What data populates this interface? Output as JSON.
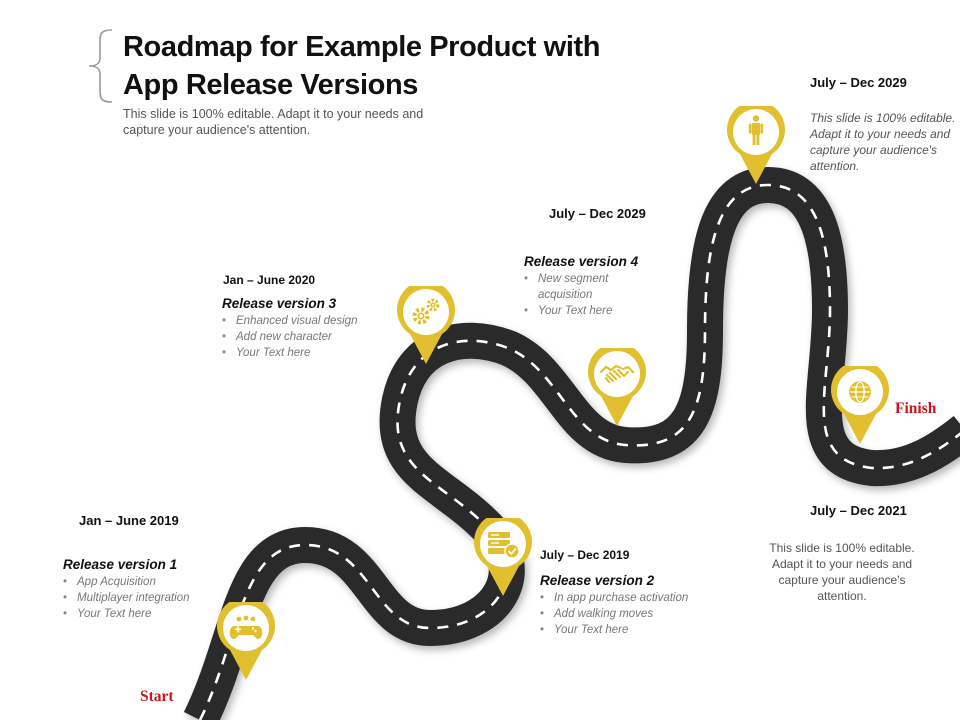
{
  "title": "Roadmap for Example Product with App Release Versions",
  "subtitle": "This slide is 100% editable. Adapt it to your needs and capture your audience's  attention.",
  "colors": {
    "road": "#2b2b2b",
    "pin": "#e1bf2f",
    "accent_red": "#c8161d"
  },
  "labels": {
    "start": "Start",
    "finish": "Finish"
  },
  "milestones": [
    {
      "date": "Jan – June 2019",
      "title": "Release version 1",
      "icon": "gamepad-icon",
      "bullets": [
        "App Acquisition",
        "Multiplayer integration",
        "Your Text here"
      ]
    },
    {
      "date": "July – Dec 2019",
      "title": "Release version 2",
      "icon": "server-check-icon",
      "bullets": [
        "In app purchase activation",
        "Add walking moves",
        "Your Text here"
      ]
    },
    {
      "date": "Jan – June 2020",
      "title": "Release version 3",
      "icon": "gears-icon",
      "bullets": [
        "Enhanced visual design",
        "Add new character",
        "Your Text here"
      ]
    },
    {
      "date": "July – Dec 2029",
      "title": "Release version 4",
      "icon": "handshake-icon",
      "bullets": [
        "New segment acquisition",
        "Your Text here"
      ]
    },
    {
      "date": "July – Dec 2029",
      "icon": "person-icon",
      "text": "This slide is 100% editable. Adapt it to your needs and capture your audience's attention."
    },
    {
      "date": "July – Dec 2021",
      "icon": "globe-icon",
      "text": "This slide is 100% editable. Adapt it to your needs and capture your audience's attention."
    }
  ]
}
